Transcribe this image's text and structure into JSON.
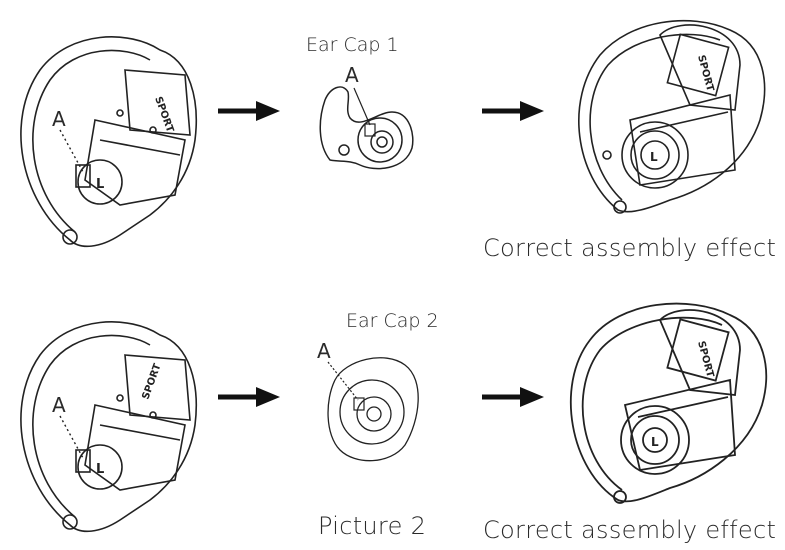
{
  "labels": {
    "ear_cap_1": "Ear Cap 1",
    "ear_cap_2": "Ear Cap 2",
    "point_marker": "A",
    "correct_effect": "Correct assembly effect",
    "picture_caption": "Picture 2",
    "brand": "SPORT",
    "side_mark": "L"
  },
  "colors": {
    "line": "#222222",
    "arrow": "#111111",
    "background": "#ffffff"
  }
}
